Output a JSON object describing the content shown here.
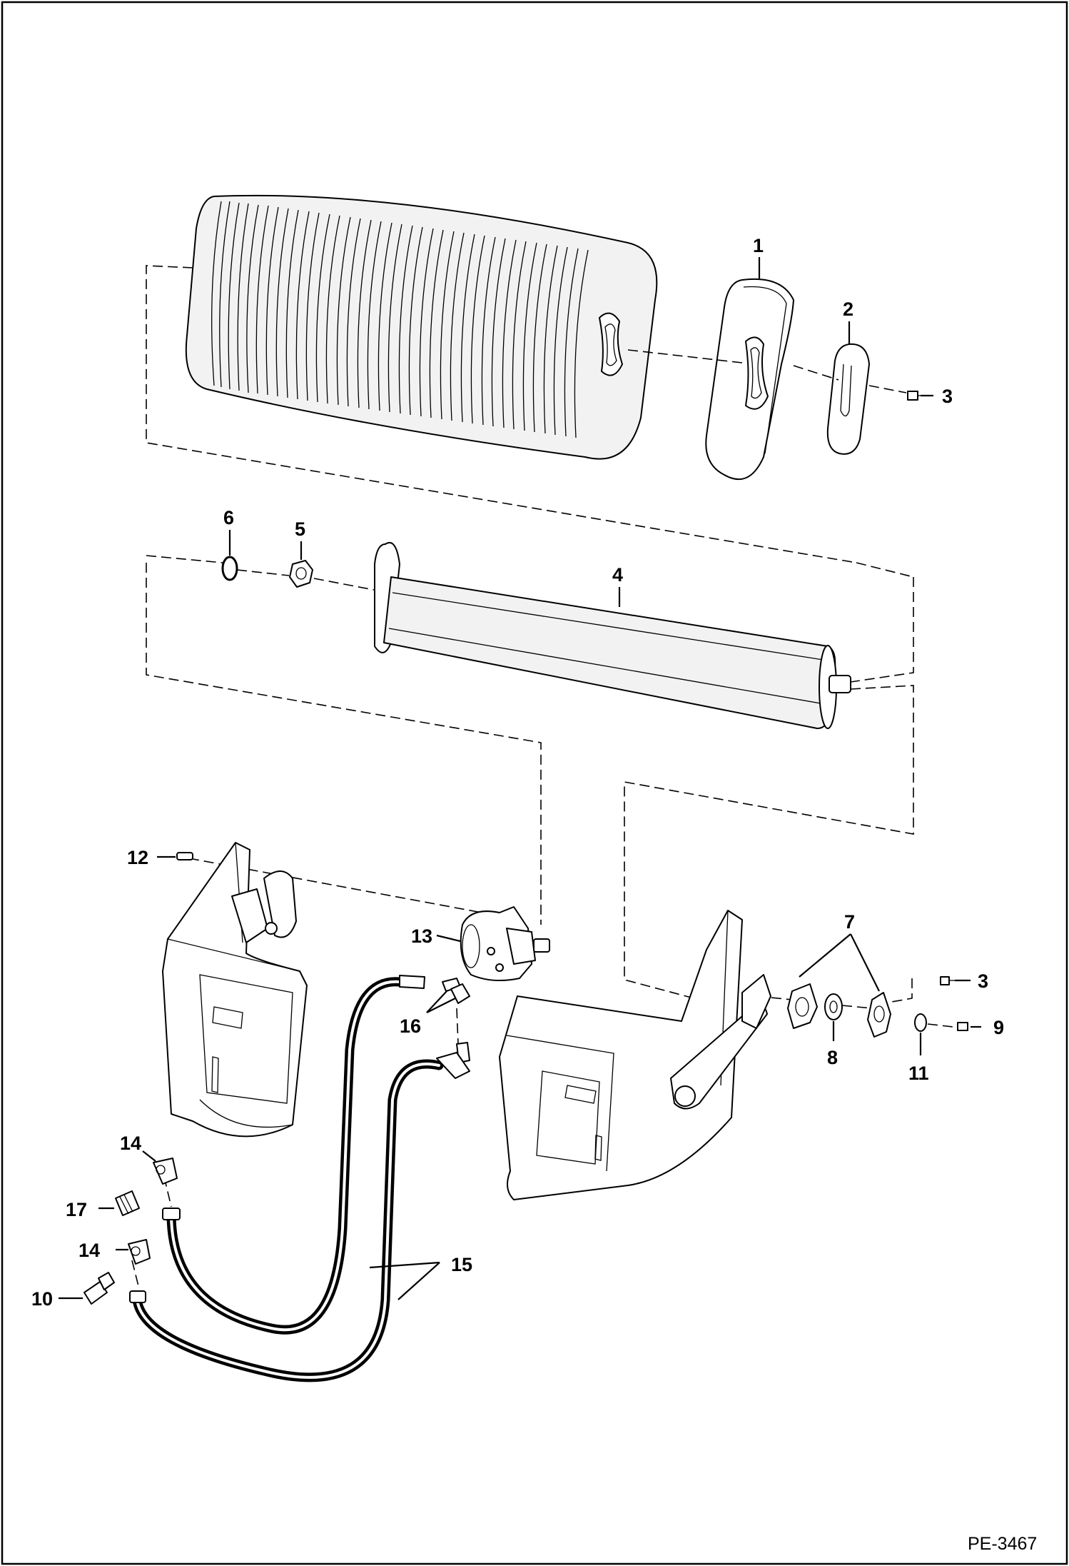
{
  "figure_code": "PE-3467",
  "callouts": {
    "c1": "1",
    "c2": "2",
    "c3a": "3",
    "c3b": "3",
    "c4": "4",
    "c5": "5",
    "c6": "6",
    "c7": "7",
    "c8": "8",
    "c9": "9",
    "c10": "10",
    "c11": "11",
    "c12": "12",
    "c13": "13",
    "c14a": "14",
    "c14b": "14",
    "c15": "15",
    "c16": "16",
    "c17": "17"
  }
}
